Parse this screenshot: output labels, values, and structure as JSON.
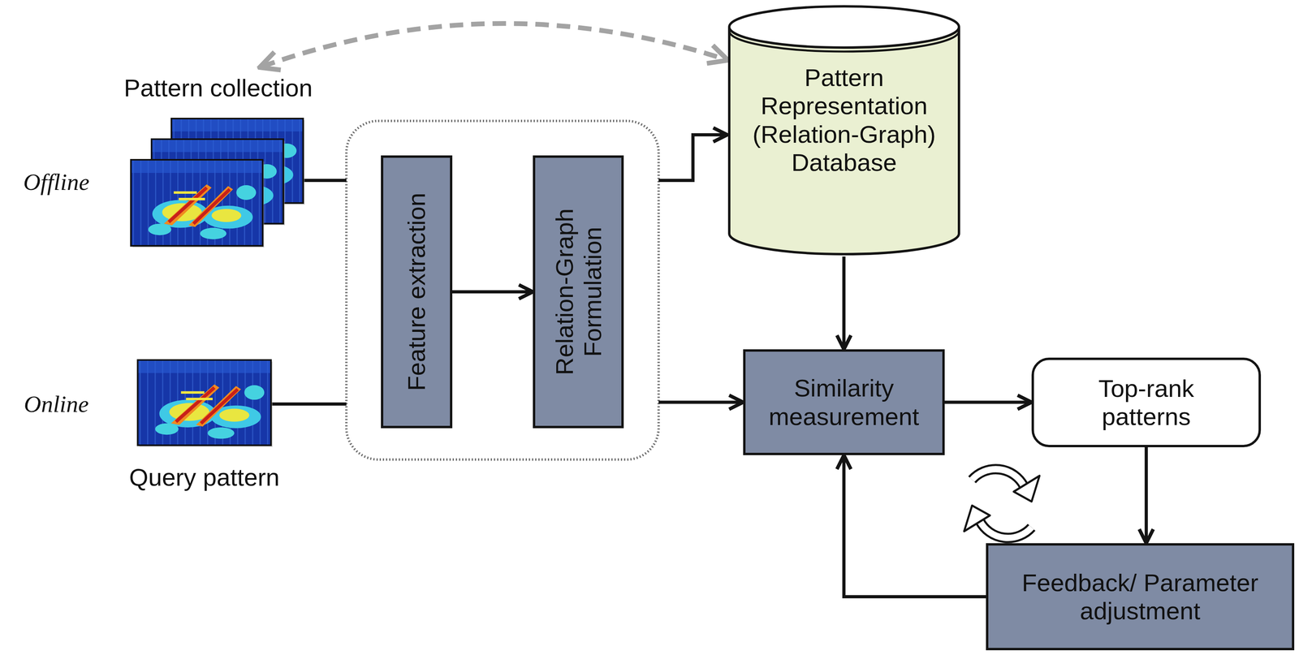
{
  "diagram": {
    "nodes": [
      {
        "text": [
          "Pattern collection"
        ]
      },
      {
        "text": [
          "Query pattern"
        ]
      },
      {
        "text": [
          "Feature extraction"
        ]
      },
      {
        "text": [
          "Relation-Graph Formulation"
        ]
      },
      {
        "text": [
          "Pattern Representation (Relation-Graph) Database"
        ]
      },
      {
        "text": [
          "Similarity measurement"
        ]
      },
      {
        "text": [
          "Top-rank patterns"
        ]
      },
      {
        "text": [
          "Feedback/ Parameter adjustment"
        ]
      }
    ],
    "edges": [
      {
        "from": 0,
        "to": 4,
        "arrow": "both"
      },
      {
        "from": 0,
        "to": 2,
        "arrow": "none"
      },
      {
        "from": 1,
        "to": 2,
        "arrow": "none"
      },
      {
        "from": 2,
        "to": 3,
        "arrow": "to"
      },
      {
        "from": 3,
        "to": 4,
        "arrow": "to"
      },
      {
        "from": 3,
        "to": 5,
        "arrow": "to"
      },
      {
        "from": 4,
        "to": 5,
        "arrow": "to"
      },
      {
        "from": 5,
        "to": 6,
        "arrow": "to"
      },
      {
        "from": 6,
        "to": 7,
        "arrow": "to"
      },
      {
        "from": 7,
        "to": 5,
        "arrow": "to"
      }
    ],
    "labels": [
      "Offline",
      "Online"
    ]
  }
}
